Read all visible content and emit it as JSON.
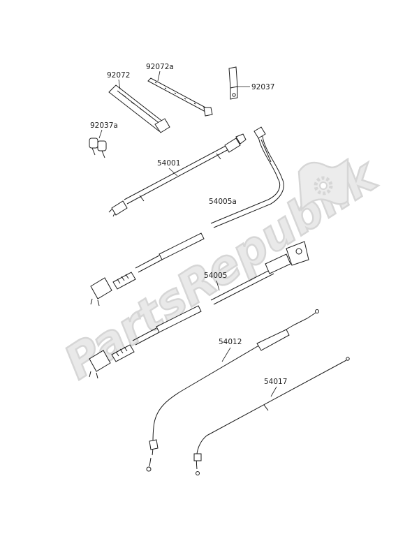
{
  "watermark": {
    "text": "PartsRepublik",
    "icon": "gear-flag-icon",
    "color": "#d9d9d9"
  },
  "parts": {
    "strap": "92072",
    "tie": "92072a",
    "clamp_a": "92037a",
    "clamp": "92037",
    "speedo_cable": "54001",
    "throttle_cable": "54005",
    "throttle_cable_a": "54005a",
    "clutch_cable": "54012",
    "choke_cable": "54017"
  }
}
